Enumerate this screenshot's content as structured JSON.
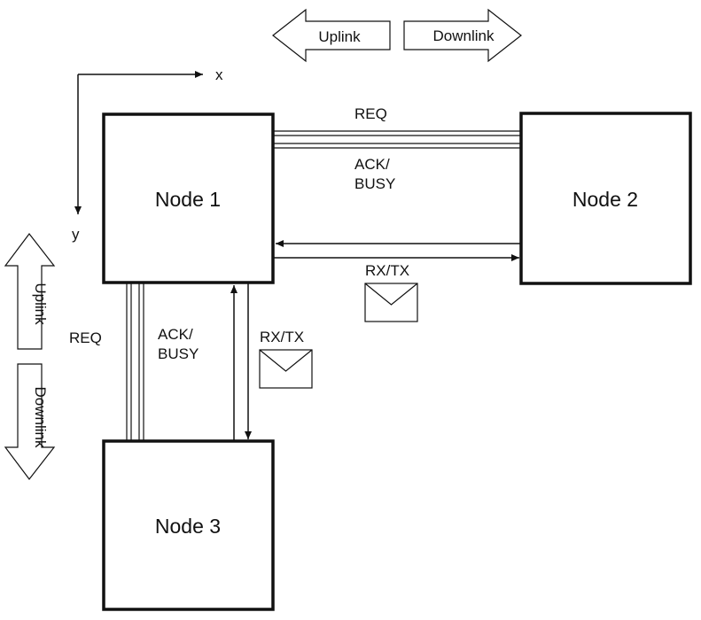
{
  "axes": {
    "x_label": "x",
    "y_label": "y"
  },
  "direction": {
    "uplink": "Uplink",
    "downlink": "Downlink"
  },
  "nodes": {
    "node1": "Node 1",
    "node2": "Node 2",
    "node3": "Node 3"
  },
  "links": {
    "horizontal": {
      "req": "REQ",
      "ack_line1": "ACK/",
      "ack_line2": "BUSY",
      "rxtx": "RX/TX"
    },
    "vertical": {
      "req": "REQ",
      "ack_line1": "ACK/",
      "ack_line2": "BUSY",
      "rxtx": "RX/TX"
    }
  },
  "colors": {
    "stroke": "#111111",
    "background": "#ffffff"
  }
}
